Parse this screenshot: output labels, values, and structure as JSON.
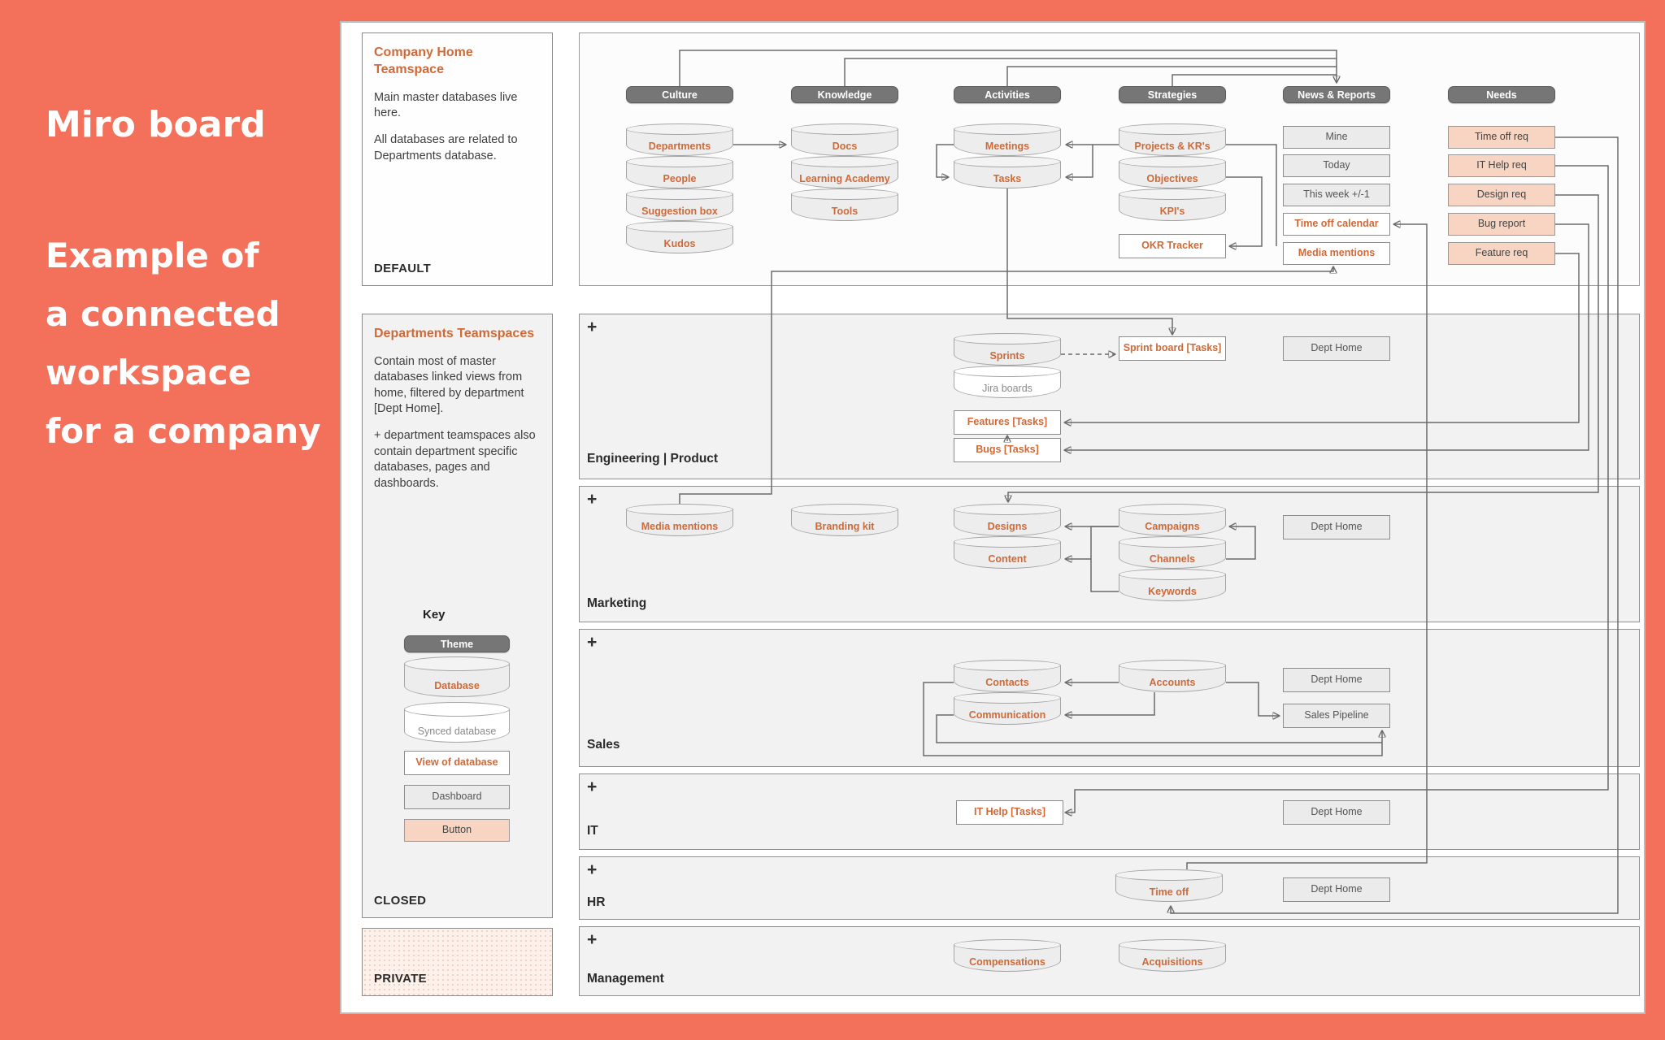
{
  "caption": {
    "heading": "Miro board",
    "lines": [
      "Example of",
      "a connected",
      "workspace",
      "for a company"
    ]
  },
  "panels": {
    "company_home": {
      "title": "Company Home Teamspace",
      "body1": "Main master databases live here.",
      "body2": "All databases are related to Departments database.",
      "footer": "DEFAULT"
    },
    "departments": {
      "title": "Departments Teamspaces",
      "body1": "Contain most of master databases linked views from home, filtered by department [Dept Home].",
      "body2": "+ department teamspaces also contain department specific databases, pages and dashboards.",
      "key_title": "Key",
      "key_items": [
        "Theme",
        "Database",
        "Synced database",
        "View of database",
        "Dashboard",
        "Button"
      ],
      "footer": "CLOSED"
    },
    "private": {
      "footer": "PRIVATE"
    }
  },
  "home": {
    "themes": [
      "Culture",
      "Knowledge",
      "Activities",
      "Strategies",
      "News & Reports",
      "Needs"
    ],
    "culture": [
      "Departments",
      "People",
      "Suggestion box",
      "Kudos"
    ],
    "knowledge": [
      "Docs",
      "Learning Academy",
      "Tools"
    ],
    "activities": [
      "Meetings",
      "Tasks"
    ],
    "strategies": [
      "Projects & KR's",
      "Objectives",
      "KPI's"
    ],
    "strategies_view": "OKR Tracker",
    "news": [
      "Mine",
      "Today",
      "This week +/-1"
    ],
    "news_views": [
      "Time off calendar",
      "Media mentions"
    ],
    "needs": [
      "Time off req",
      "IT Help req",
      "Design req",
      "Bug report",
      "Feature req"
    ]
  },
  "rows": {
    "engineering": {
      "plus": "+",
      "label": "Engineering | Product",
      "db": "Sprints",
      "synced": "Jira boards",
      "views": [
        "Sprint board [Tasks]",
        "Features [Tasks]",
        "Bugs [Tasks]"
      ],
      "dashboard": "Dept Home"
    },
    "marketing": {
      "plus": "+",
      "label": "Marketing",
      "dbs": [
        "Media mentions",
        "Branding kit",
        "Designs",
        "Content",
        "Campaigns",
        "Channels",
        "Keywords"
      ],
      "dashboard": "Dept Home"
    },
    "sales": {
      "plus": "+",
      "label": "Sales",
      "dbs": [
        "Contacts",
        "Communication",
        "Accounts"
      ],
      "dashboards": [
        "Dept Home",
        "Sales Pipeline"
      ]
    },
    "it": {
      "plus": "+",
      "label": "IT",
      "view": "IT Help [Tasks]",
      "dashboard": "Dept Home"
    },
    "hr": {
      "plus": "+",
      "label": "HR",
      "db": "Time off",
      "dashboard": "Dept Home"
    },
    "management": {
      "plus": "+",
      "label": "Management",
      "dbs": [
        "Compensations",
        "Acquisitions"
      ]
    }
  },
  "colors": {
    "page_bg": "#f3705a",
    "accent_orange_text": "#cf6a38",
    "theme_pill_bg": "#767676",
    "database_fill": "#ededed",
    "button_fill": "#f7d5c2",
    "private_bg": "#fdf1eb",
    "row_bg": "#f2f2f2"
  }
}
